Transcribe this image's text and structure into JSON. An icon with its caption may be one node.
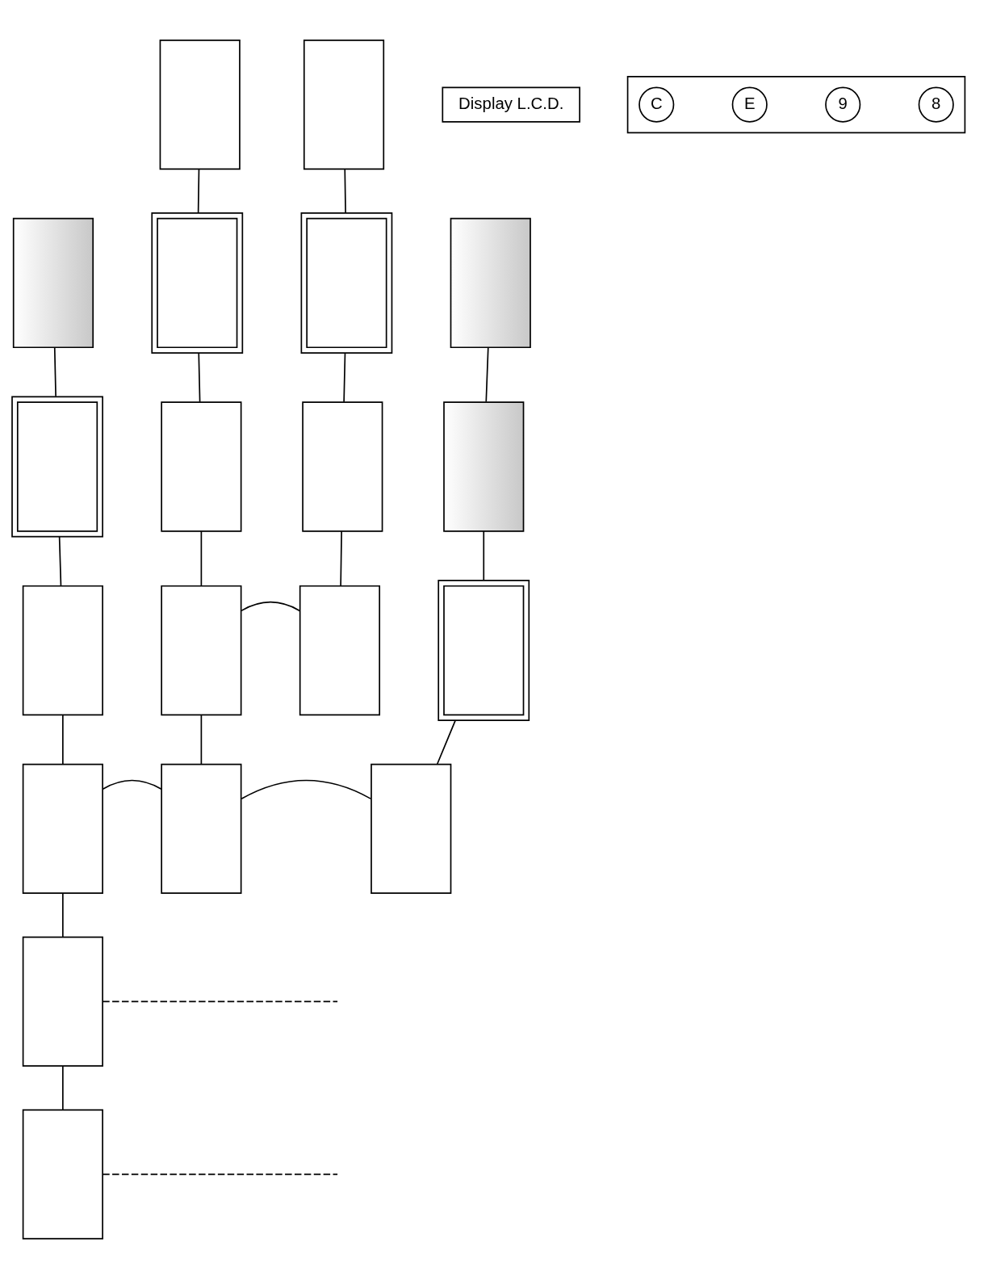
{
  "diagram": {
    "nodes": [
      {
        "text": [],
        "shape": "box"
      },
      {
        "text": [],
        "shape": "box"
      },
      {
        "text": [],
        "shape": "box"
      },
      {
        "text": [],
        "shape": "box"
      },
      {
        "text": [],
        "shape": "box"
      },
      {
        "text": [],
        "shape": "box"
      },
      {
        "text": [],
        "shape": "box"
      },
      {
        "text": [],
        "shape": "box"
      },
      {
        "text": [],
        "shape": "box"
      },
      {
        "text": [],
        "shape": "box"
      },
      {
        "text": [],
        "shape": "box"
      },
      {
        "text": [],
        "shape": "box"
      },
      {
        "text": [],
        "shape": "box"
      },
      {
        "text": [],
        "shape": "box"
      },
      {
        "text": [],
        "shape": "box"
      },
      {
        "text": [],
        "shape": "box"
      },
      {
        "text": [],
        "shape": "box"
      },
      {
        "text": [],
        "shape": "box"
      },
      {
        "text": [],
        "shape": "box"
      },
      {
        "text": [
          "Display L.C.D."
        ]
      },
      {
        "text": [],
        "shape": "box"
      },
      {
        "text": [
          "8"
        ],
        "in": 20
      },
      {
        "text": [
          "9"
        ],
        "in": 20
      },
      {
        "text": [
          "E"
        ],
        "in": 20
      },
      {
        "text": [
          "C"
        ],
        "in": 20
      }
    ],
    "edges": [
      {
        "from": 0,
        "to": 1,
        "arrow": "none"
      },
      {
        "from": 1,
        "to": 2,
        "arrow": "none"
      },
      {
        "from": 2,
        "to": 3,
        "arrow": "none"
      },
      {
        "from": 3,
        "to": 4,
        "arrow": "none"
      },
      {
        "from": 4,
        "to": 5,
        "arrow": "none"
      },
      {
        "from": 3,
        "to": 10,
        "arrow": "none"
      },
      {
        "from": 6,
        "to": 7,
        "arrow": "none"
      },
      {
        "from": 7,
        "to": 8,
        "arrow": "none"
      },
      {
        "from": 8,
        "to": 9,
        "arrow": "none"
      },
      {
        "from": 9,
        "to": 10,
        "arrow": "none"
      },
      {
        "from": 9,
        "to": 14,
        "arrow": "none"
      },
      {
        "from": 11,
        "to": 12,
        "arrow": "none"
      },
      {
        "from": 12,
        "to": 13,
        "arrow": "none"
      },
      {
        "from": 13,
        "to": 14,
        "arrow": "none"
      },
      {
        "from": 15,
        "to": 16,
        "arrow": "none"
      },
      {
        "from": 16,
        "to": 17,
        "arrow": "none"
      },
      {
        "from": 17,
        "to": 18,
        "arrow": "none"
      },
      {
        "from": 10,
        "to": 18,
        "arrow": "none"
      },
      {
        "from": 4,
        "to": null,
        "arrow": "none",
        "style": "dashed"
      },
      {
        "from": 5,
        "to": null,
        "arrow": "none",
        "style": "dashed"
      }
    ]
  }
}
